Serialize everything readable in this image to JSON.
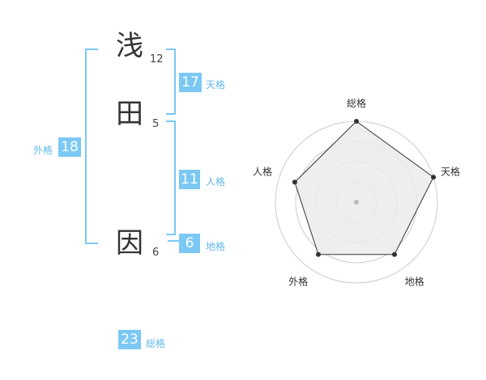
{
  "name": {
    "chars": [
      {
        "char": "浅",
        "strokes": "12"
      },
      {
        "char": "田",
        "strokes": "5"
      },
      {
        "char": "因",
        "strokes": "6"
      }
    ]
  },
  "kaku": {
    "tenkaku": {
      "value": "17",
      "label": "天格"
    },
    "jinkaku": {
      "value": "11",
      "label": "人格"
    },
    "chikaku": {
      "value": "6",
      "label": "地格"
    },
    "gaikaku": {
      "value": "18",
      "label": "外格"
    },
    "soukaku": {
      "value": "23",
      "label": "総格"
    }
  },
  "chart_data": {
    "type": "radar",
    "axes": [
      "総格",
      "天格",
      "地格",
      "外格",
      "人格"
    ],
    "values": [
      1.0,
      1.0,
      0.8,
      0.8,
      0.8
    ],
    "scale": {
      "min": 0,
      "max": 1,
      "rings": 4
    },
    "grid": true,
    "colors": {
      "line": "#333333",
      "fill": "#ebebeb",
      "grid": "#cccccc",
      "point": "#333333"
    }
  },
  "colors": {
    "accent": "#7cc8f4",
    "label": "#62b8ea"
  }
}
